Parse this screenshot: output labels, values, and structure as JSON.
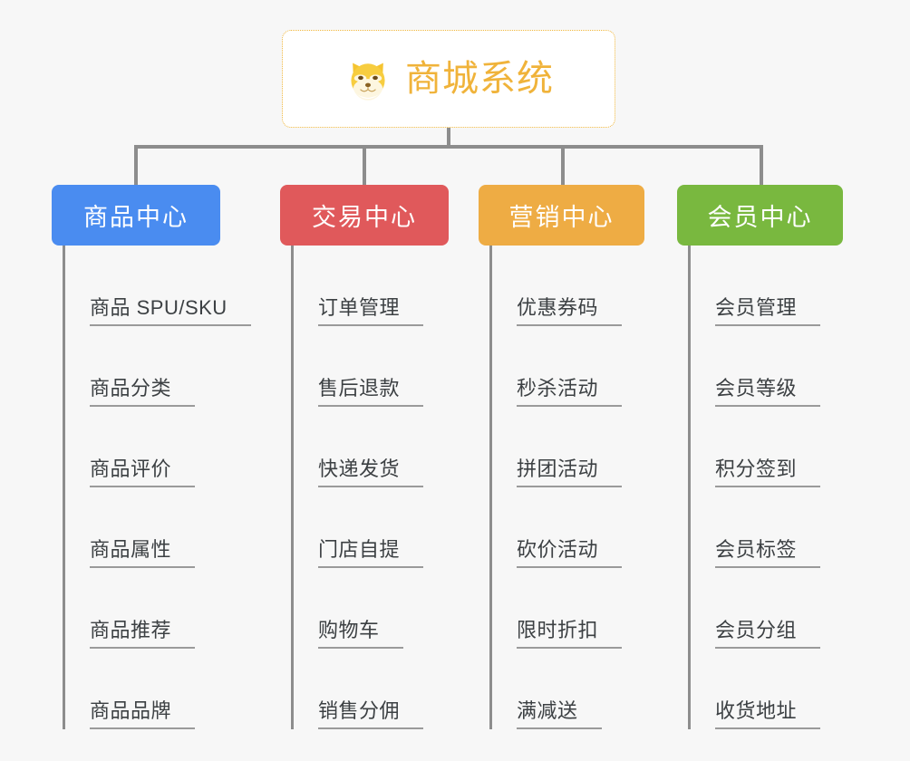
{
  "page": {
    "background_color": "#f7f7f7",
    "line_color": "#8d8d8d"
  },
  "root": {
    "icon": "shiba-dog-face-icon",
    "title": "商城系统",
    "text_color": "#f0b33a",
    "border_color": "#f0b63c"
  },
  "categories": [
    {
      "label": "商品中心",
      "color": "#4a8cf0",
      "items": [
        "商品 SPU/SKU",
        "商品分类",
        "商品评价",
        "商品属性",
        "商品推荐",
        "商品品牌"
      ]
    },
    {
      "label": "交易中心",
      "color": "#e0595b",
      "items": [
        "订单管理",
        "售后退款",
        "快递发货",
        "门店自提",
        "购物车",
        "销售分佣"
      ]
    },
    {
      "label": "营销中心",
      "color": "#eeac44",
      "items": [
        "优惠券码",
        "秒杀活动",
        "拼团活动",
        "砍价活动",
        "限时折扣",
        "满减送"
      ]
    },
    {
      "label": "会员中心",
      "color": "#79b83f",
      "items": [
        "会员管理",
        "会员等级",
        "积分签到",
        "会员标签",
        "会员分组",
        "收货地址"
      ]
    }
  ]
}
